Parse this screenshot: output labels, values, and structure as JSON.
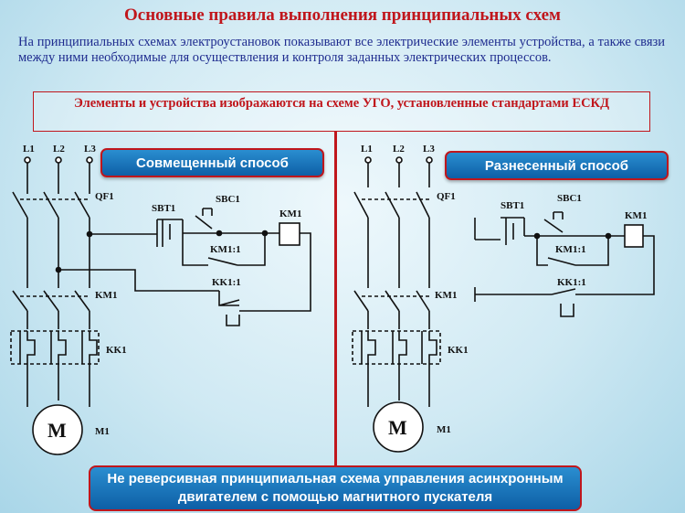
{
  "title": "Основные правила выполнения принципиальных схем",
  "intro": "На принципиальных схемах электроустановок показывают все электрические элементы устройства, а также связи между ними необходимые для осуществления и контроля заданных электрических процессов.",
  "rule": "Элементы и устройства изображаются на схеме УГО, установленные стандартами ЕСКД",
  "left_badge": "Совмещенный способ",
  "right_badge": "Разнесенный способ",
  "labels": {
    "L1": "L1",
    "L2": "L2",
    "L3": "L3",
    "QF1": "QF1",
    "SBT1": "SBT1",
    "SBC1": "SBC1",
    "KM1": "KM1",
    "KM1_1": "KM1:1",
    "KK1_1": "KK1:1",
    "KK1": "KK1",
    "M": "M",
    "M1": "M1"
  },
  "bottom_caption": "Не реверсивная принципиальная схема управления асинхронным двигателем с помощью магнитного пускателя",
  "colors": {
    "title": "#c0161c",
    "intro": "#1f2c8f",
    "badge": "#1a76bf"
  }
}
